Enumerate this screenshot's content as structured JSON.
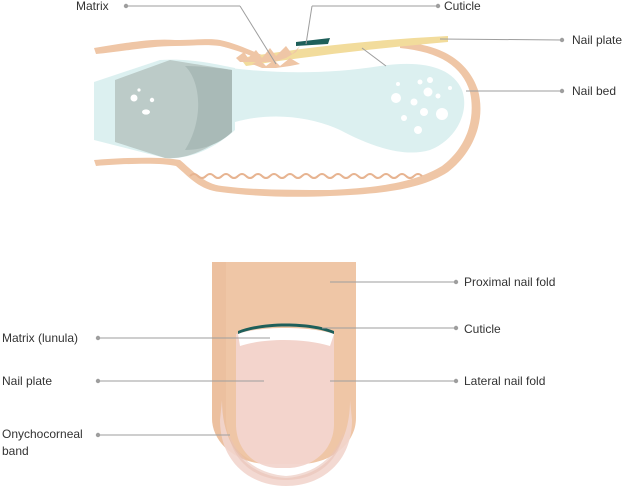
{
  "colors": {
    "skin": "#efc6a6",
    "skin_dark": "#e7b491",
    "bed": "#dcf0f0",
    "matrix": "#bccbc8",
    "matrix_dark": "#a9bab7",
    "plate": "#f2dc9c",
    "cuticle": "#1e5f5a",
    "finger_nail": "#f2d5cd",
    "finger_nail_dark": "#eac3b8",
    "leader": "#9e9e9e",
    "text": "#333333"
  },
  "side_view": {
    "labels": {
      "matrix": "Matrix",
      "cuticle": "Cuticle",
      "nail_plate": "Nail plate",
      "nail_bed": "Nail bed"
    }
  },
  "front_view": {
    "labels": {
      "proximal_nail_fold": "Proximal nail fold",
      "matrix_lunula": "Matrix (lunula)",
      "cuticle": "Cuticle",
      "nail_plate": "Nail plate",
      "lateral_nail_fold": "Lateral nail fold",
      "onychocorneal_band_line1": "Onychocorneal",
      "onychocorneal_band_line2": "band"
    }
  }
}
